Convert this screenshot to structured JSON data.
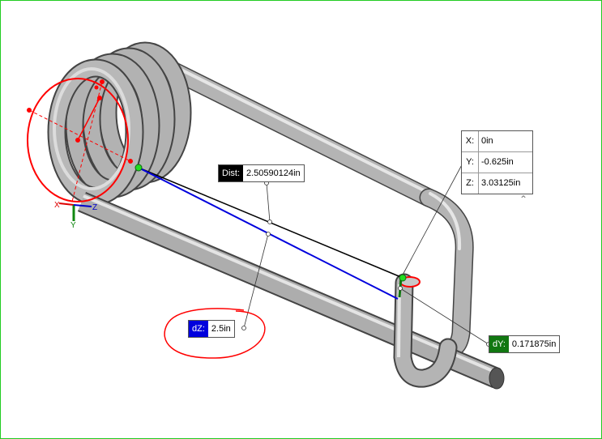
{
  "measurements": {
    "dist": {
      "label": "Dist:",
      "value": "2.50590124in"
    },
    "dz": {
      "label": "dZ:",
      "value": "2.5in"
    },
    "dy": {
      "label": "dY:",
      "value": "0.171875in"
    },
    "coords": [
      {
        "label": "X:",
        "value": "0in"
      },
      {
        "label": "Y:",
        "value": "-0.625in"
      },
      {
        "label": "Z:",
        "value": "3.03125in"
      }
    ]
  },
  "triad": {
    "x_label": "X",
    "y_label": "Y",
    "z_label": "Z"
  },
  "icons": {
    "collapse": "chevron-up-icon"
  },
  "colors": {
    "viewport_border": "#22cc22",
    "spring": "#a9a9a9",
    "sketch": "#ff0000",
    "dist_line": "#000000",
    "dz_line": "#0000dd",
    "dy_badge": "#117711",
    "point": "#22dd22"
  }
}
